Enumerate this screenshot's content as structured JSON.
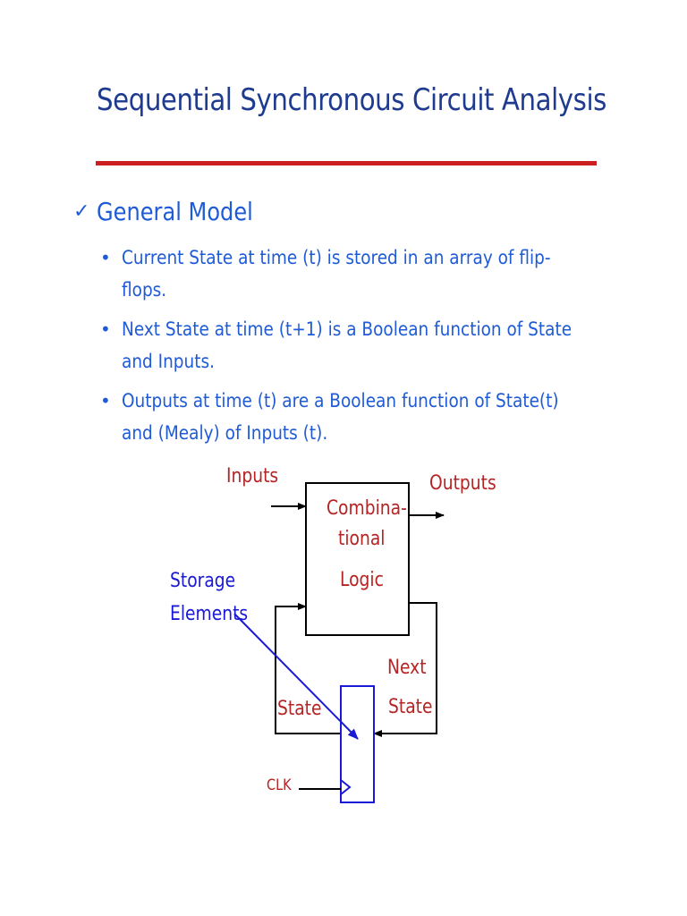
{
  "slide": {
    "title": "Sequential Synchronous Circuit Analysis",
    "heading": "General Model",
    "heading_icon": "✓",
    "bullets": [
      {
        "text": "Current State at time (t) is stored in an array of flip-flops."
      },
      {
        "text": "Next State at time (t+1) is a Boolean function of State and Inputs."
      },
      {
        "text": "Outputs at time (t) are a Boolean function of State(t) and (Mealy) of Inputs (t)."
      }
    ]
  },
  "diagram": {
    "inputs": "Inputs",
    "outputs": "Outputs",
    "logic_line1": "Combina-",
    "logic_line2": "tional",
    "logic_line3": "Logic",
    "storage_line1": "Storage",
    "storage_line2": "Elements",
    "state": "State",
    "next_line1": "Next",
    "next_line2": "State",
    "clk": "CLK"
  },
  "colors": {
    "title": "#1f3b8f",
    "rule": "#cc1f1f",
    "text": "#1f5bd6",
    "label_red": "#b52525",
    "label_blue": "#1a1ad6"
  }
}
